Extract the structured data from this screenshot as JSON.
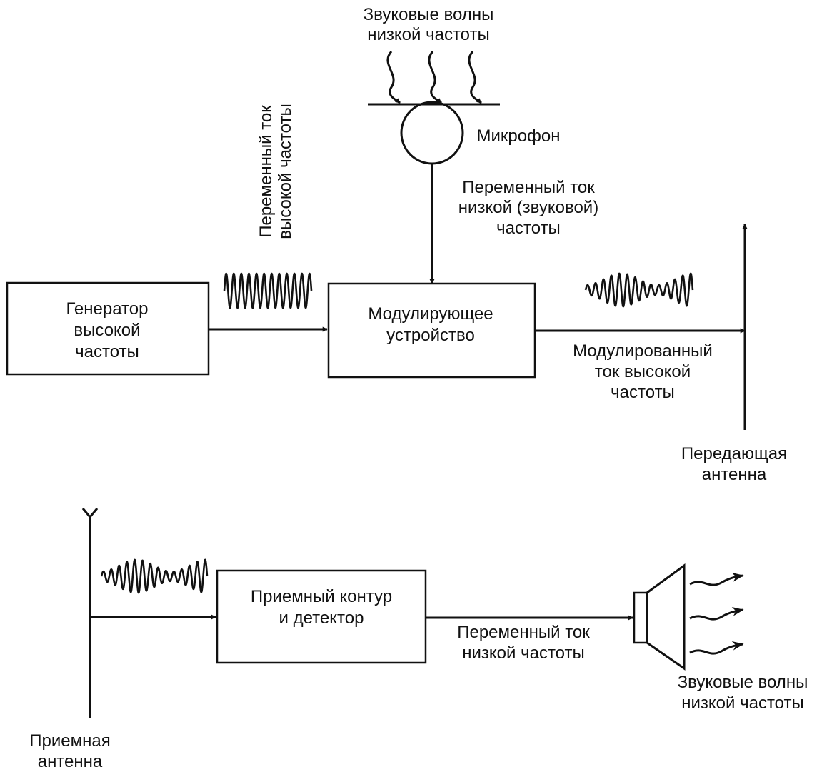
{
  "top": {
    "sound_waves_in": [
      "Звуковые волны",
      "низкой частоты"
    ],
    "microphone": "Микрофон",
    "lf_current_mic": [
      "Переменный ток",
      "низкой (звуковой)",
      "частоты"
    ],
    "hf_current_vertical": [
      "Переменный ток",
      "высокой частоты"
    ],
    "generator": [
      "Генератор",
      "высокой",
      "частоты"
    ],
    "modulator": [
      "Модулирующее",
      "устройство"
    ],
    "modulated_current": [
      "Модулированный",
      "ток высокой",
      "частоты"
    ],
    "transmit_antenna": [
      "Передающая",
      "антенна"
    ]
  },
  "bottom": {
    "receiver": [
      "Приемный контур",
      "и детектор"
    ],
    "lf_current_out": [
      "Переменный ток",
      "низкой частоты"
    ],
    "sound_waves_out": [
      "Звуковые волны",
      "низкой частоты"
    ],
    "receive_antenna": [
      "Приемная",
      "антенна"
    ]
  }
}
